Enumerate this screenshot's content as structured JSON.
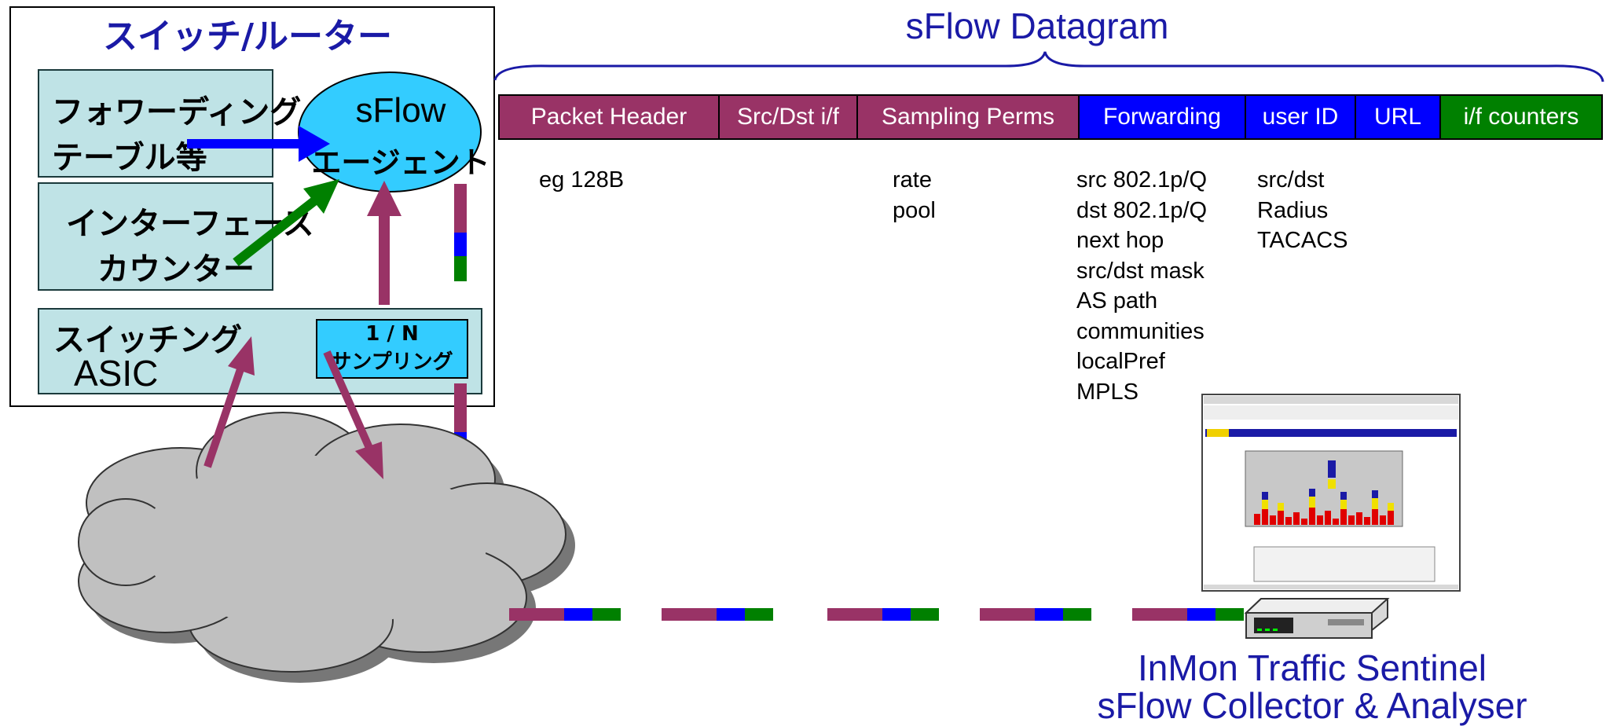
{
  "switch": {
    "title": "スイッチ/ルーター",
    "forwarding_label_1": "フォワーディング",
    "forwarding_label_2": "テーブル等",
    "interface_label_1": "インターフェース",
    "interface_label_2": "カウンター",
    "asic_label_1": "スイッチング",
    "asic_label_2": "ASIC",
    "sampling_label_1": "1 / N",
    "sampling_label_2": "サンプリング",
    "agent_label_1": "sFlow",
    "agent_label_2": "エージェント"
  },
  "datagram": {
    "title": "sFlow Datagram",
    "segments": [
      {
        "label": "Packet Header",
        "color": "#993366"
      },
      {
        "label": "Src/Dst i/f",
        "color": "#993366"
      },
      {
        "label": "Sampling Perms",
        "color": "#993366"
      },
      {
        "label": "Forwarding",
        "color": "#0000ff"
      },
      {
        "label": "user ID",
        "color": "#0000ff"
      },
      {
        "label": "URL",
        "color": "#0000ff"
      },
      {
        "label": "i/f counters",
        "color": "#008000"
      }
    ],
    "details": {
      "packet_header": [
        "eg 128B"
      ],
      "sampling": [
        "rate",
        "pool"
      ],
      "forwarding": [
        "src 802.1p/Q",
        "dst 802.1p/Q",
        "next hop",
        "src/dst mask",
        "AS path",
        "communities",
        "localPref",
        "MPLS"
      ],
      "user_id": [
        "src/dst",
        "Radius",
        "TACACS"
      ]
    }
  },
  "collector": {
    "caption_line_1": "InMon Traffic Sentinel",
    "caption_line_2": "sFlow Collector & Analyser"
  },
  "colors": {
    "header_purple": "#993366",
    "forwarding_blue": "#0000ff",
    "counters_green": "#008000",
    "agent_cyan": "#33ccff",
    "box_teal": "#bfe3e6",
    "title_blue": "#1a1aa6"
  }
}
